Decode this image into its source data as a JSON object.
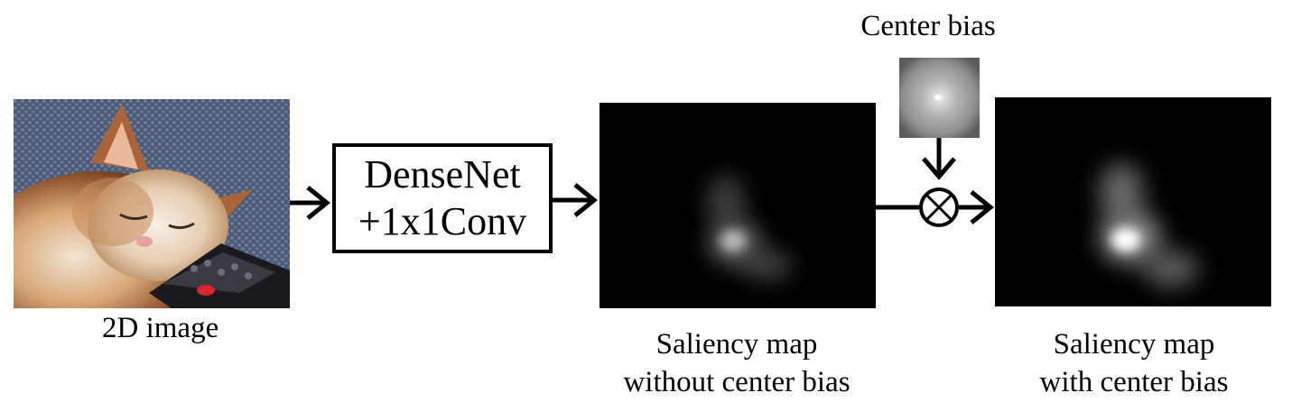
{
  "input": {
    "label": "2D image"
  },
  "model": {
    "line1": "DenseNet",
    "line2": "+1x1Conv"
  },
  "saliency_no_bias": {
    "line1": "Saliency map",
    "line2": "without center bias"
  },
  "center_bias": {
    "label": "Center bias"
  },
  "saliency_with_bias": {
    "line1": "Saliency map",
    "line2": "with center bias"
  },
  "operator": {
    "icon": "multiply-circle-icon"
  }
}
